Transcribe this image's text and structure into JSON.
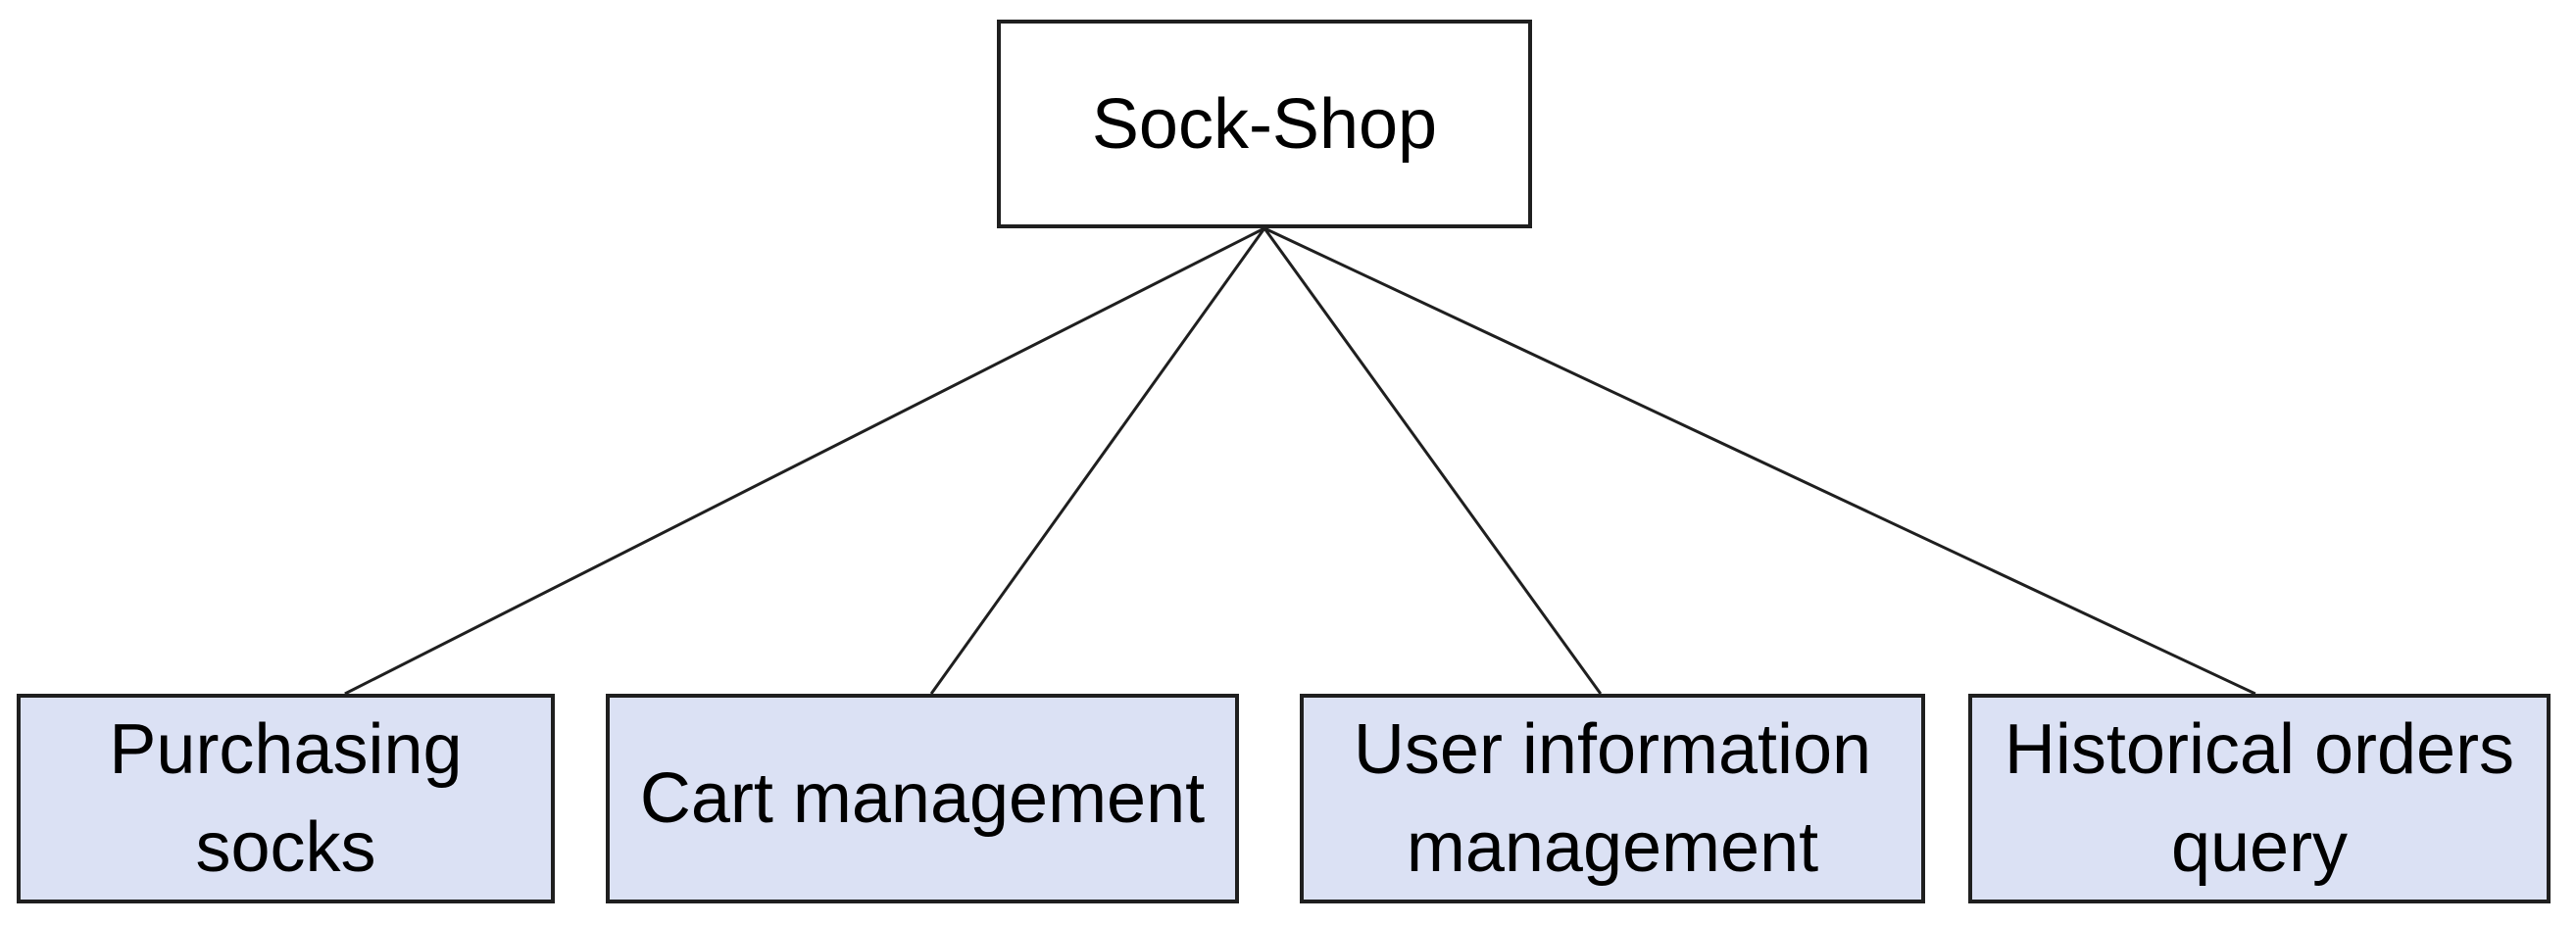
{
  "diagram": {
    "root": {
      "label": "Sock-Shop"
    },
    "children": [
      {
        "label": "Purchasing socks"
      },
      {
        "label": "Cart management"
      },
      {
        "label": "User information management"
      },
      {
        "label": "Historical orders query"
      }
    ],
    "edges": [
      {
        "from": "Sock-Shop",
        "to": "Purchasing socks"
      },
      {
        "from": "Sock-Shop",
        "to": "Cart management"
      },
      {
        "from": "Sock-Shop",
        "to": "User information management"
      },
      {
        "from": "Sock-Shop",
        "to": "Historical orders query"
      }
    ],
    "colors": {
      "background": "#ffffff",
      "root_fill": "#ffffff",
      "child_fill": "#dbe1f4",
      "border": "#1f1f1f",
      "connector": "#1f1f1f",
      "text": "#000000"
    }
  }
}
